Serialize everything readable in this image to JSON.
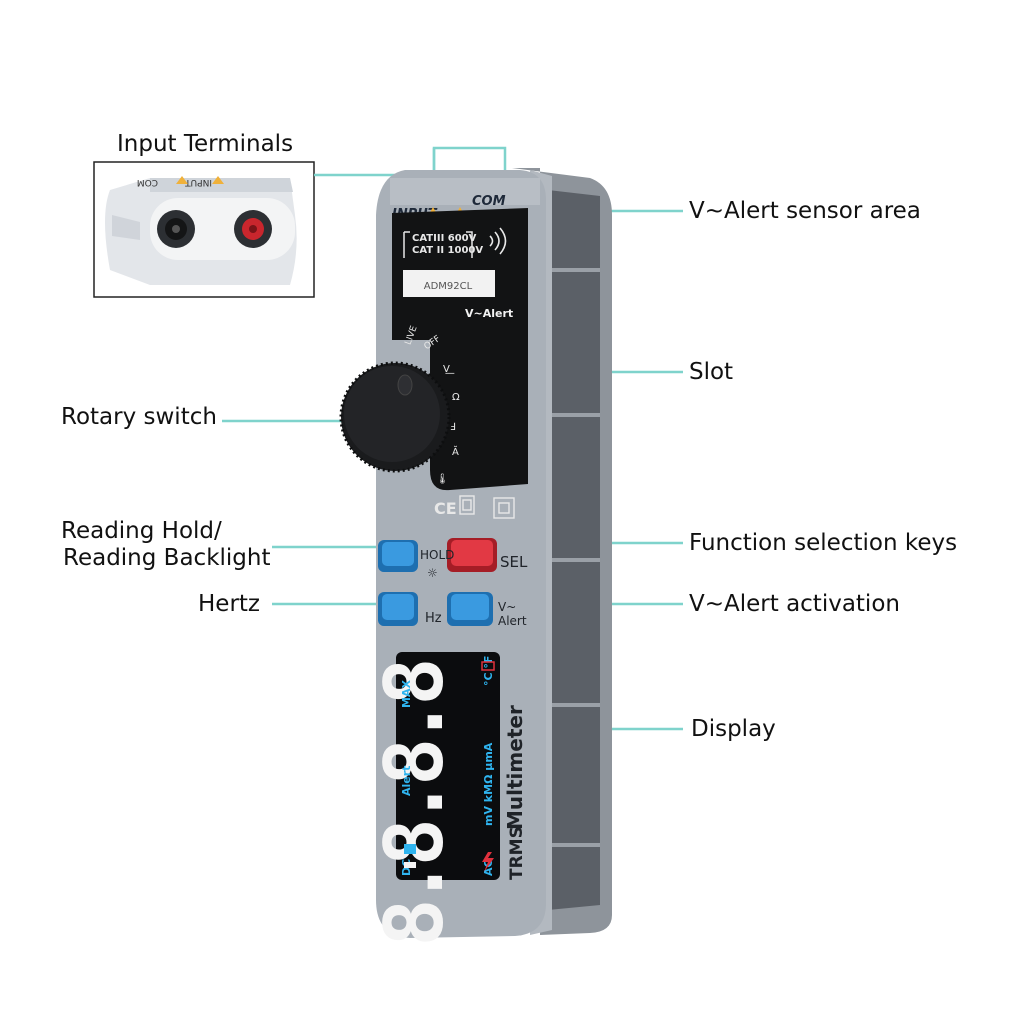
{
  "callouts": {
    "input_terminals": "Input Terminals",
    "valert_sensor": "V~Alert sensor area",
    "slot": "Slot",
    "rotary_switch": "Rotary switch",
    "reading_hold_line1": "Reading Hold/",
    "reading_hold_line2": "Reading Backlight",
    "function_keys": "Function selection keys",
    "hertz": "Hertz",
    "valert_activation": "V~Alert activation",
    "display": "Display"
  },
  "device": {
    "top_input": "INPUT",
    "top_com": "COM",
    "cat_line1": "CATIII 600V",
    "cat_line2": "CAT II 1000V",
    "model": "ADM92CL",
    "valert_label": "V~Alert",
    "dial_live": "LIVE",
    "dial_off": "OFF",
    "ce_mark": "CE",
    "hold_label": "HOLD",
    "sel_label": "SEL",
    "hz_label": "Hz",
    "valert_btn_v": "V~",
    "valert_btn_alert": "Alert",
    "brand_line1": "TRMS",
    "brand_line2": "Multimeter"
  },
  "inset": {
    "input_label": "INPUT",
    "com_label": "COM"
  },
  "lcd": {
    "digits": "8.8.8.8",
    "max": "MAX",
    "alert": "Alert",
    "units": "mV kMΩ µmA",
    "mode_dc": "DC",
    "mode_ac": "AC",
    "temp": "°C °F"
  },
  "colors": {
    "leader_line": "#7fd3cc",
    "body": "#a7aeb6",
    "blue_button": "#2f8fd8",
    "red_button": "#e0313d",
    "lcd_cyan": "#2fb4ef"
  }
}
